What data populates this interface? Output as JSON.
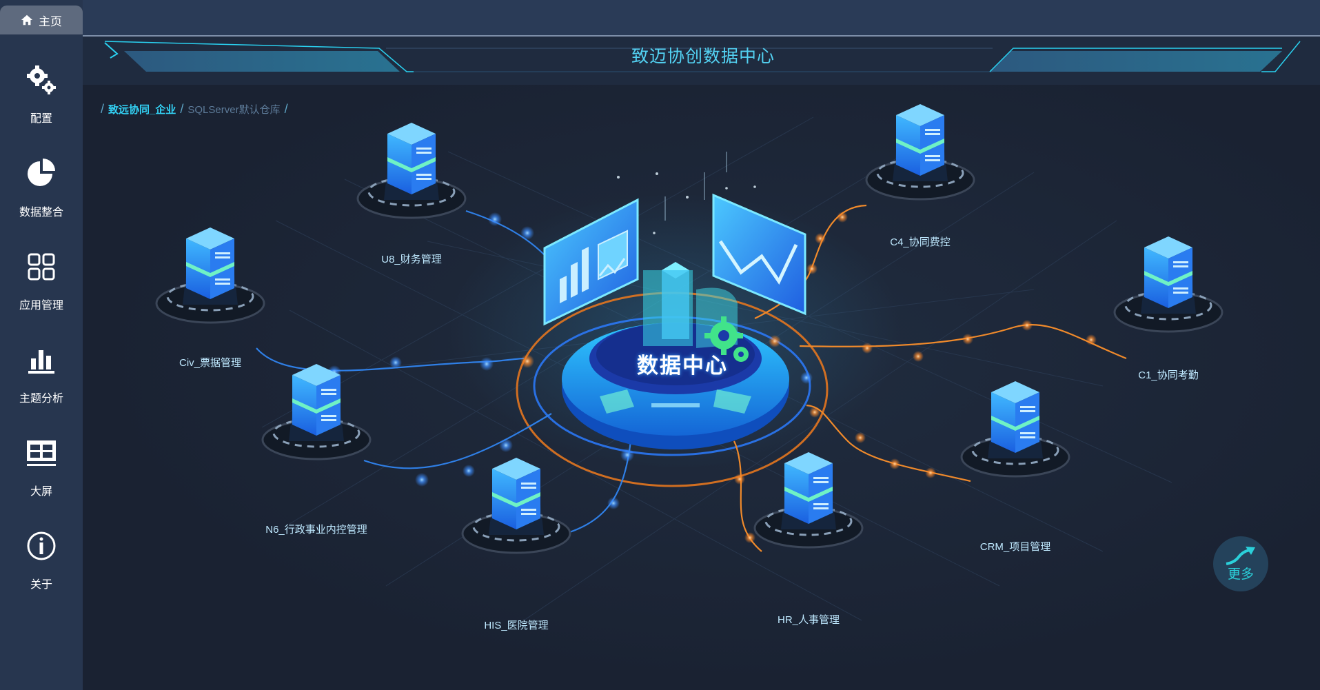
{
  "sidebar": {
    "home_label": "主页",
    "items": [
      {
        "label": "配置",
        "icon": "gears-icon"
      },
      {
        "label": "数据整合",
        "icon": "pie-chart-icon"
      },
      {
        "label": "应用管理",
        "icon": "grid-icon"
      },
      {
        "label": "主题分析",
        "icon": "bar-chart-icon"
      },
      {
        "label": "大屏",
        "icon": "screen-icon"
      },
      {
        "label": "关于",
        "icon": "info-icon"
      }
    ]
  },
  "header": {
    "title": "致迈协创数据中心"
  },
  "breadcrumb": {
    "items": [
      "致远协同_企业",
      "SQLServer默认仓库"
    ]
  },
  "diagram": {
    "center_label": "数据中心",
    "nodes": [
      {
        "label": "U8_财务管理"
      },
      {
        "label": "C4_协同费控"
      },
      {
        "label": "Civ_票据管理"
      },
      {
        "label": "C1_协同考勤"
      },
      {
        "label": "N6_行政事业内控管理"
      },
      {
        "label": "CRM_项目管理"
      },
      {
        "label": "HIS_医院管理"
      },
      {
        "label": "HR_人事管理"
      }
    ]
  },
  "more_button": {
    "label": "更多"
  },
  "colors": {
    "accent_cyan": "#33d3f6",
    "link_blue": "#2f7fe6",
    "link_orange": "#f08a2b",
    "sidebar_bg": "#27364f"
  }
}
